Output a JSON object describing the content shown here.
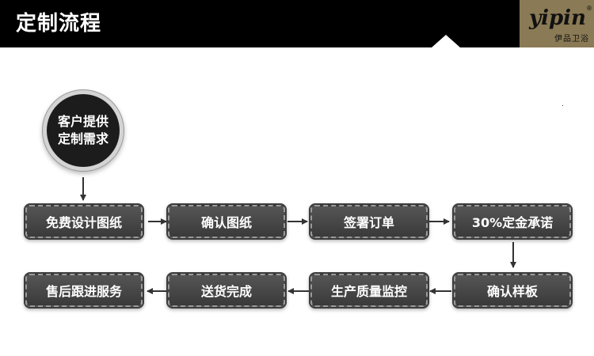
{
  "header": {
    "title": "定制流程",
    "logo_text": "yipin",
    "logo_reg": "®",
    "logo_subtitle": "伊品卫浴"
  },
  "colors": {
    "header_bg": "#000000",
    "logo_bg": "#8a7a55",
    "node_fill": "#3f3f3f",
    "arrow": "#333333"
  },
  "flow": {
    "start": "客户提供\n定制需求",
    "steps": [
      "免费设计图纸",
      "确认图纸",
      "签署订单",
      "30%定金承诺",
      "确认样板",
      "生产质量监控",
      "送货完成",
      "售后跟进服务"
    ]
  }
}
